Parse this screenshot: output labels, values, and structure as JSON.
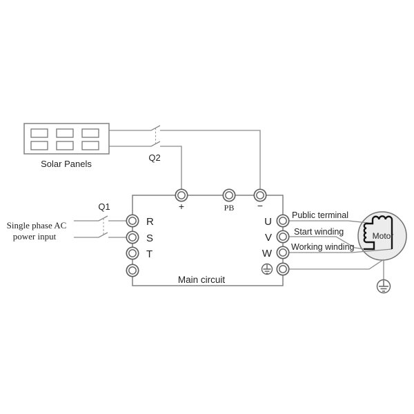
{
  "solar_panel": {
    "label": "Solar Panels"
  },
  "breaker_q1": {
    "label": "Q1"
  },
  "breaker_q2": {
    "label": "Q2"
  },
  "ac_input": {
    "line1": "Single phase AC",
    "line2": "power input"
  },
  "main_circuit": {
    "label": "Main circuit",
    "top_terminals": {
      "plus": "+",
      "pb": "PB",
      "minus": "−"
    },
    "left_terminals": {
      "r": "R",
      "s": "S",
      "t": "T"
    },
    "right_terminals": {
      "u": "U",
      "v": "V",
      "w": "W"
    }
  },
  "motor": {
    "label": "Motor"
  },
  "wiring_labels": {
    "public_terminal": "Public terminal",
    "start_winding": "Start winding",
    "working_winding": "Working winding"
  },
  "colors": {
    "wire": "#8a8a8a",
    "outline": "#777777",
    "terminal_stroke": "#606060",
    "coil": "#141414",
    "motor_fill": "#ececec",
    "text": "#222222",
    "background": "#ffffff"
  }
}
